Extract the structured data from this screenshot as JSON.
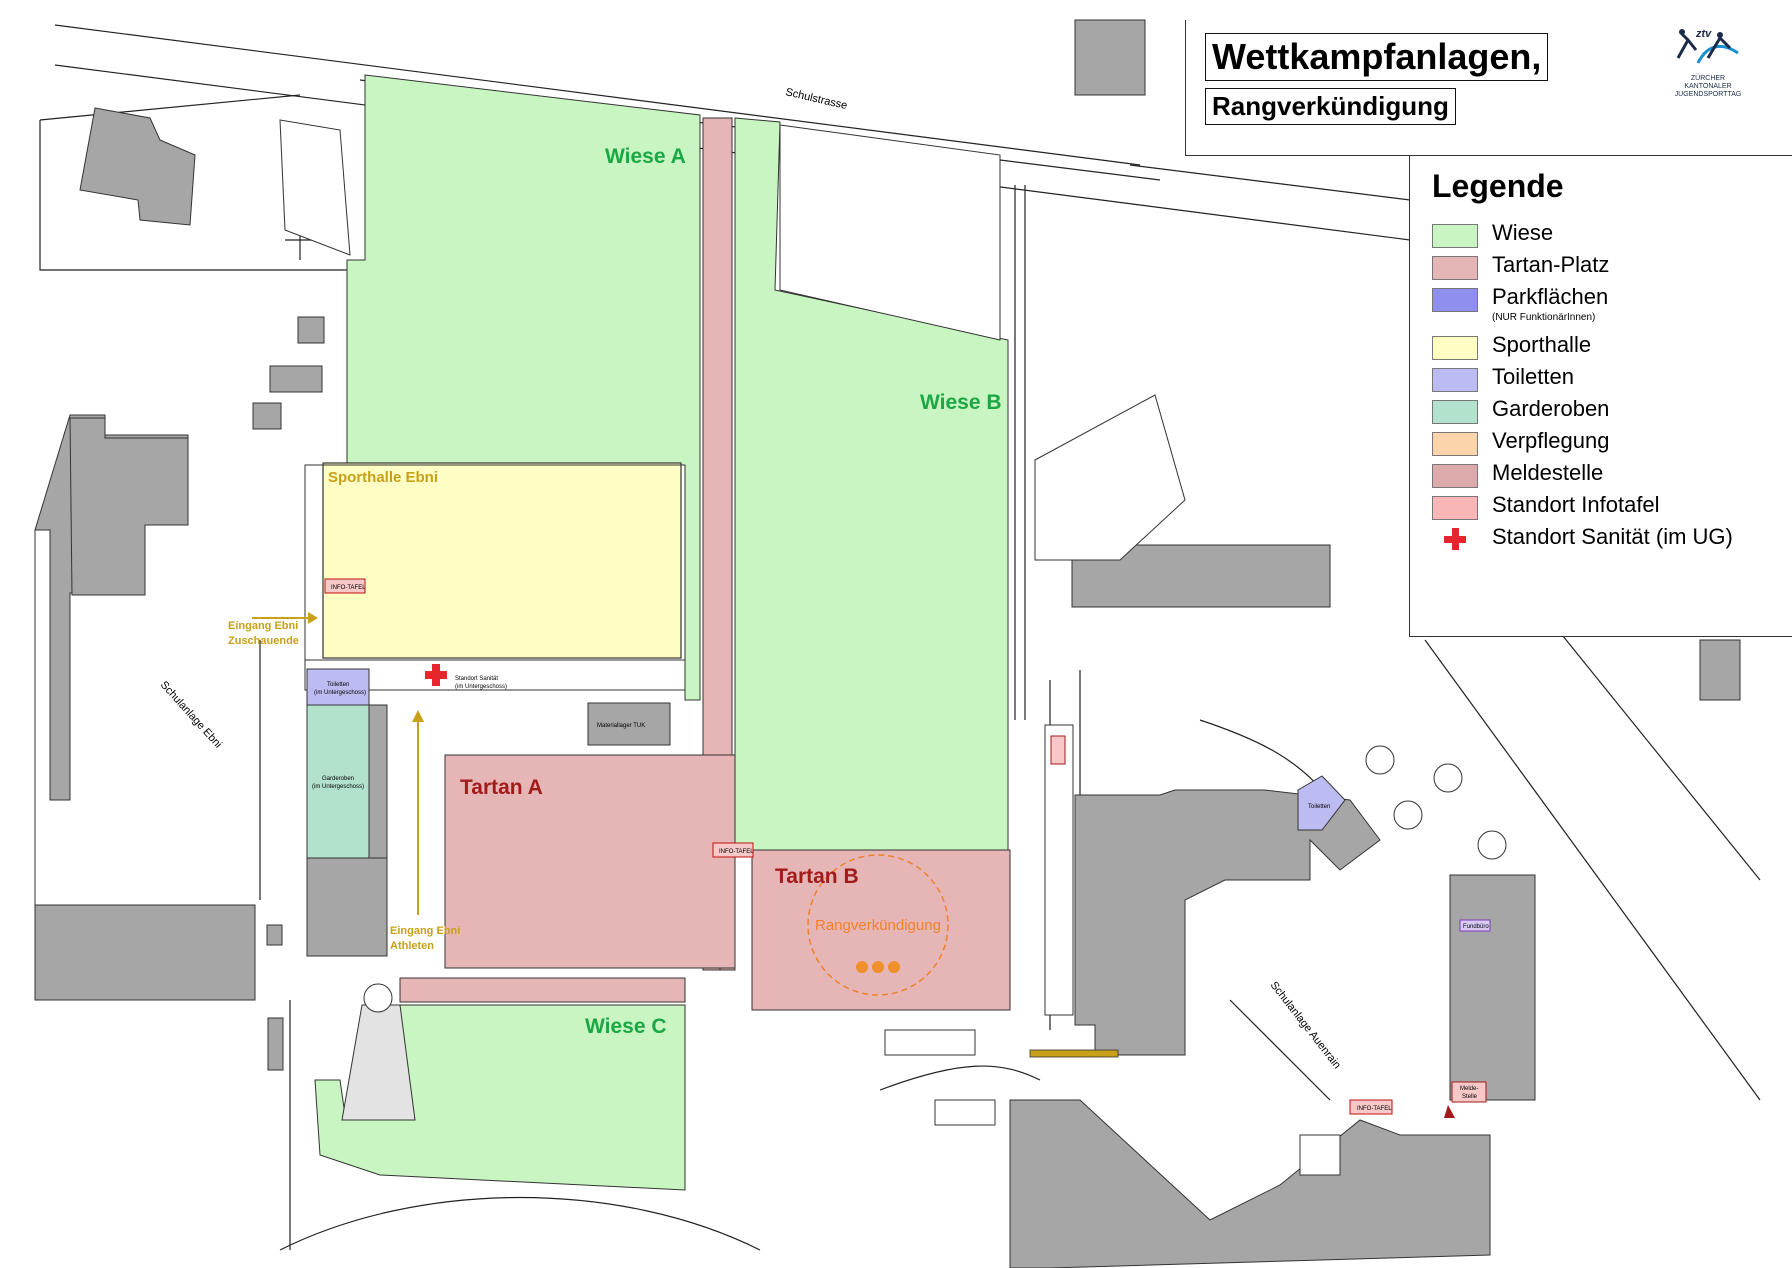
{
  "title": "Wettkampfanlagen,",
  "subtitle": "Rangverkündigung",
  "logo": {
    "mark": "ztv",
    "line1": "ZÜRCHER",
    "line2": "KANTONALER",
    "line3": "JUGENDSPORTTAG"
  },
  "legend": {
    "title": "Legende",
    "items": [
      {
        "label": "Wiese",
        "color": "#c8f5c2"
      },
      {
        "label": "Tartan-Platz",
        "color": "#e6b6b6"
      },
      {
        "label": "Parkflächen",
        "sub": "(NUR FunktionärInnen)",
        "color": "#8f8ff0"
      },
      {
        "label": "Sporthalle",
        "color": "#fdfdc4"
      },
      {
        "label": "Toiletten",
        "color": "#bcbcf2"
      },
      {
        "label": "Garderoben",
        "color": "#b2e2cc"
      },
      {
        "label": "Verpflegung",
        "color": "#fcd4ac"
      },
      {
        "label": "Meldestelle",
        "color": "#dcaaaa"
      },
      {
        "label": "Standort Infotafel",
        "color": "#f9b6b6"
      },
      {
        "label": "Standort Sanität (im UG)",
        "icon": "red-cross-icon",
        "color": "#e6262c"
      }
    ]
  },
  "areas": {
    "wiese_a": "Wiese A",
    "wiese_b": "Wiese B",
    "wiese_c": "Wiese C",
    "tartan_a": "Tartan A",
    "tartan_b": "Tartan B",
    "sporthalle": "Sporthalle Ebni",
    "rangverkuendigung": "Rangverkündigung"
  },
  "labels": {
    "eingang_zuschauende_1": "Eingang Ebni",
    "eingang_zuschauende_2": "Zuschauende",
    "eingang_athleten_1": "Eingang Ebni",
    "eingang_athleten_2": "Athleten",
    "info_tafel": "INFO-TAFEL",
    "sanitaet_1": "Standort Sanität",
    "sanitaet_2": "(im Untergeschoss)",
    "toiletten_1": "Toiletten",
    "toiletten_2": "(im Untergeschoss)",
    "toiletten_b": "Toiletten",
    "garderoben_1": "Garderoben",
    "garderoben_2": "(im Untergeschoss)",
    "materiallager": "Materiallager TUK",
    "fundbuero": "Fundbüro",
    "melde_1": "Melde-",
    "melde_2": "Stelle",
    "schulstrasse": "Schulstrasse",
    "schulanlage_ebni": "Schulanlage Ebni",
    "schulanlage_auenrain": "Schulanlage Auenrain"
  },
  "colors": {
    "wiese": "#c8f5c2",
    "tartan": "#e6b6b6",
    "sporthalle": "#fdfdc4",
    "building": "#a6a6a6",
    "toilette": "#bcbcf2",
    "garderobe": "#b2e2cc",
    "infotafel": "#f9b6b6",
    "wiese_text": "#1aa845",
    "tartan_text": "#a31a1a",
    "accent_orange": "#f0802a",
    "gold": "#c9a01a"
  }
}
